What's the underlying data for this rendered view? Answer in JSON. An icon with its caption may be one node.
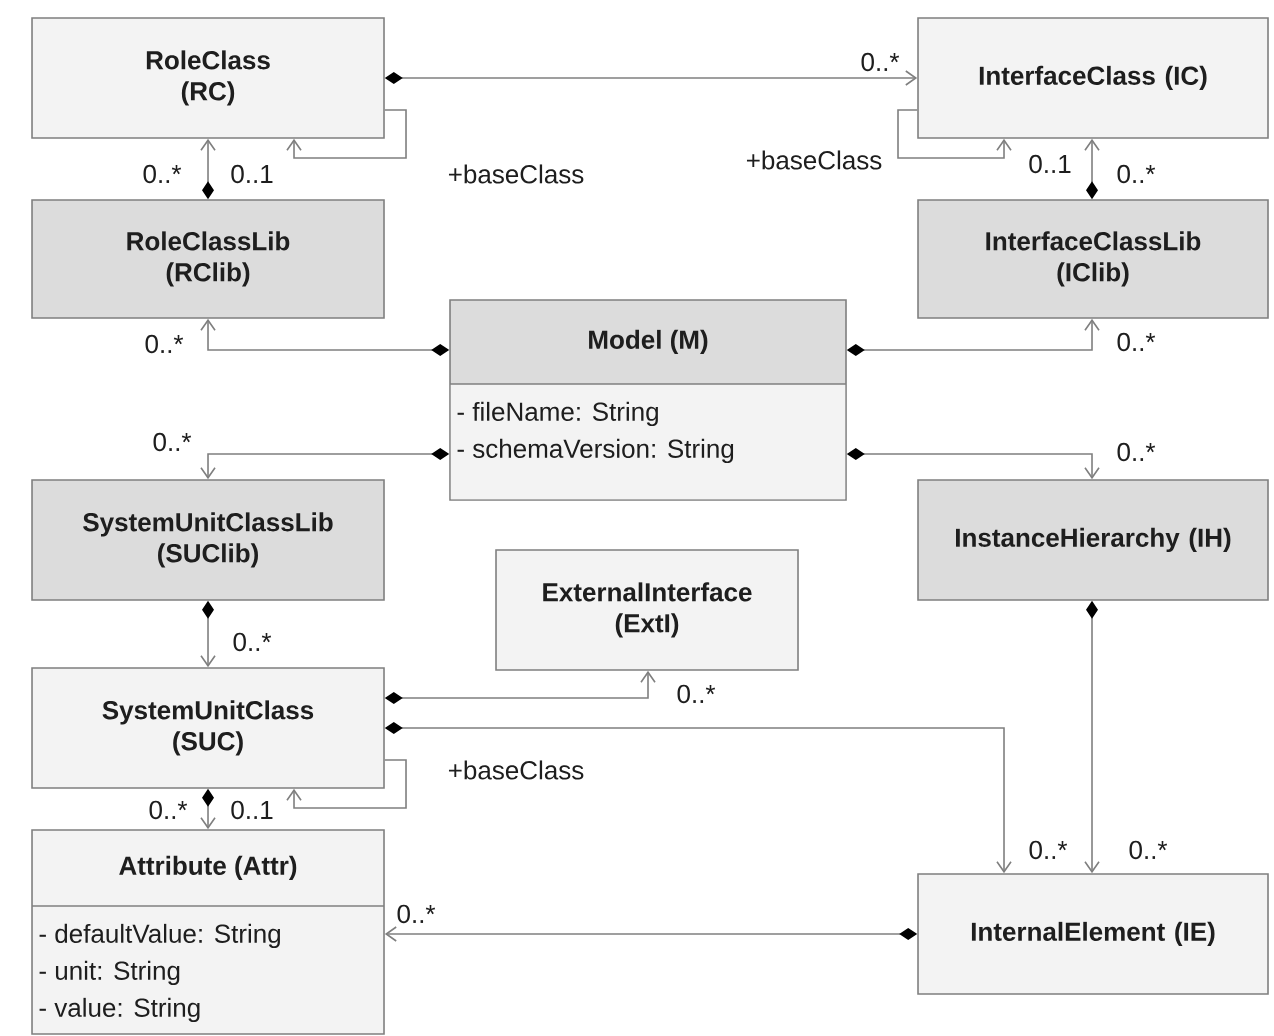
{
  "diagram": {
    "nodes": [
      {
        "text": [
          "RoleClass (RC)"
        ]
      },
      {
        "text": [
          "InterfaceClass (IC)"
        ]
      },
      {
        "text": [
          "RoleClassLib (RClib)"
        ]
      },
      {
        "text": [
          "InterfaceClassLib (IClib)"
        ]
      },
      {
        "text": [
          "Model (M)",
          "- fileName: String",
          "- schemaVersion: String"
        ]
      },
      {
        "text": [
          "SystemUnitClassLib (SUClib)"
        ]
      },
      {
        "text": [
          "InstanceHierarchy (IH)"
        ]
      },
      {
        "text": [
          "ExternalInterface (ExtI)"
        ]
      },
      {
        "text": [
          "SystemUnitClass (SUC)"
        ]
      },
      {
        "text": [
          "Attribute (Attr)",
          "- defaultValue: String",
          "- unit: String",
          "- value: String"
        ]
      },
      {
        "text": [
          "InternalElement (IE)"
        ]
      }
    ],
    "edges": [
      {
        "from": 0,
        "to": 1,
        "arrow": "to",
        "label": "0..*"
      },
      {
        "from": 0,
        "to": 0,
        "arrow": "to",
        "label": "+baseClass"
      },
      {
        "from": 1,
        "to": 1,
        "arrow": "to",
        "label": "+baseClass"
      },
      {
        "from": 2,
        "to": 0,
        "arrow": "to",
        "label": "0..*"
      },
      {
        "from": 3,
        "to": 1,
        "arrow": "to",
        "label": "0..*"
      },
      {
        "from": 4,
        "to": 2,
        "arrow": "to",
        "label": "0..*"
      },
      {
        "from": 4,
        "to": 3,
        "arrow": "to",
        "label": "0..*"
      },
      {
        "from": 4,
        "to": 5,
        "arrow": "to",
        "label": "0..*"
      },
      {
        "from": 4,
        "to": 6,
        "arrow": "to",
        "label": "0..*"
      },
      {
        "from": 5,
        "to": 8,
        "arrow": "to",
        "label": "0..*"
      },
      {
        "from": 8,
        "to": 7,
        "arrow": "to",
        "label": "0..*"
      },
      {
        "from": 8,
        "to": 10,
        "arrow": "to",
        "label": "0..*"
      },
      {
        "from": 8,
        "to": 8,
        "arrow": "to",
        "label": "+baseClass"
      },
      {
        "from": 8,
        "to": 9,
        "arrow": "to",
        "label": "0..*"
      },
      {
        "from": 6,
        "to": 10,
        "arrow": "to",
        "label": "0..*"
      },
      {
        "from": 10,
        "to": 9,
        "arrow": "to",
        "label": "0..*"
      }
    ],
    "labels": [
      "0..1",
      "0..1",
      "0..1"
    ]
  }
}
